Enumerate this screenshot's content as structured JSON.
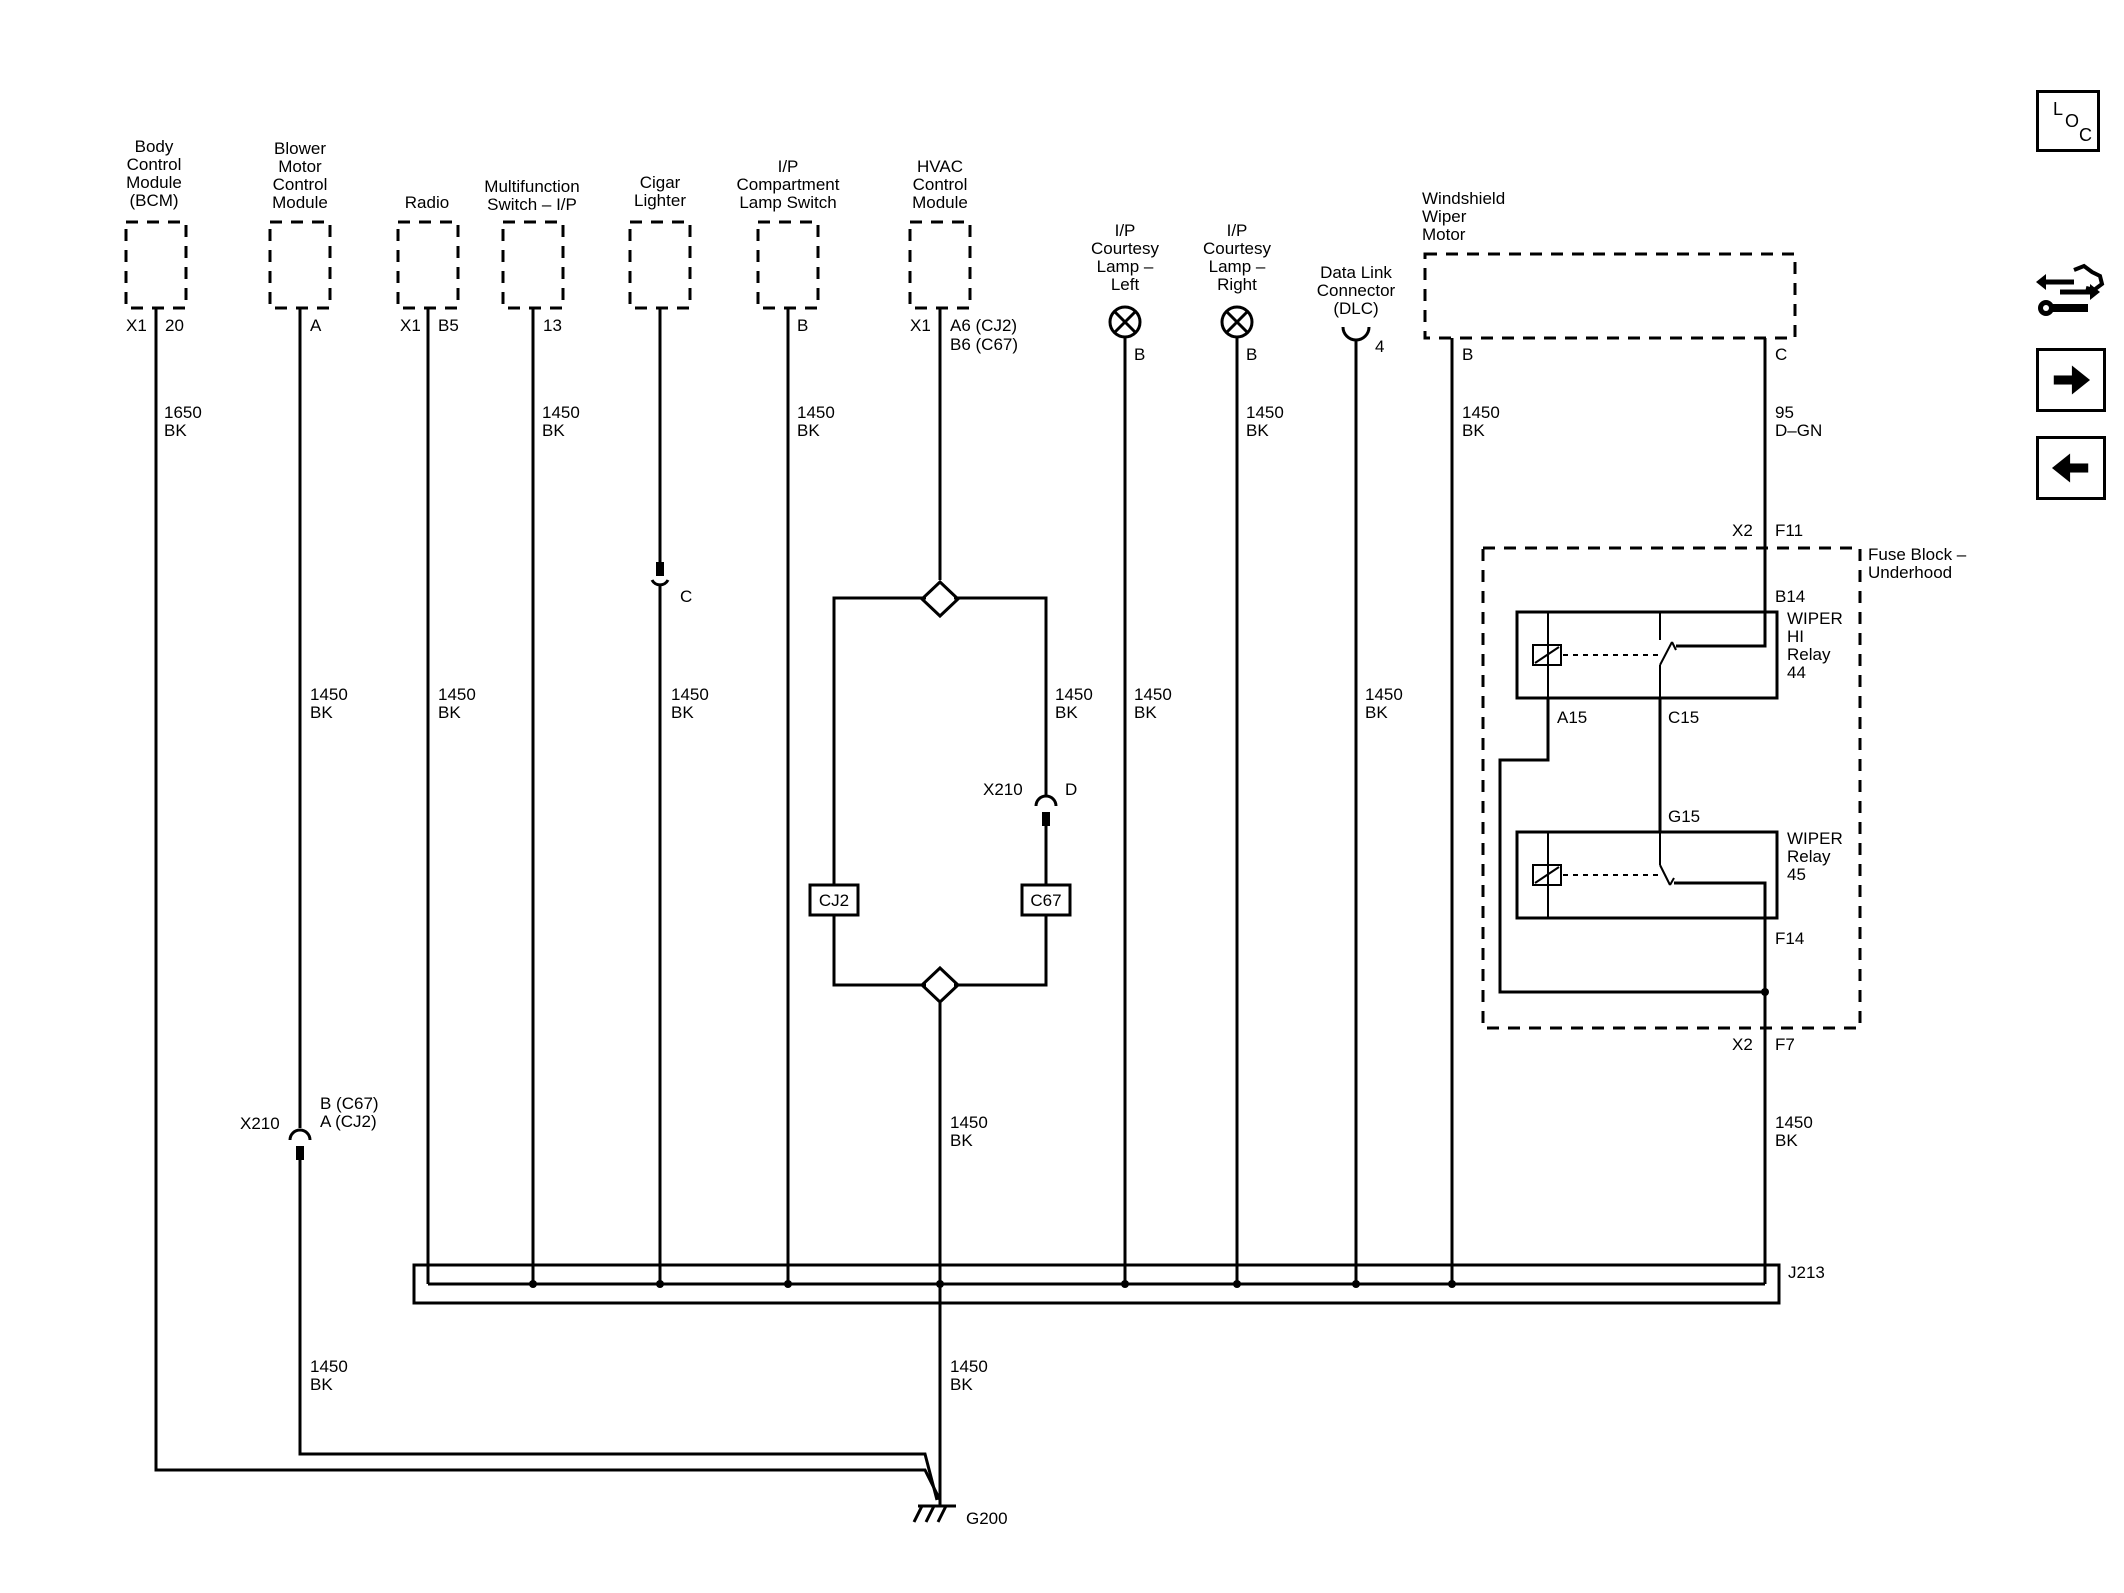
{
  "components": {
    "bcm": {
      "label": [
        "Body",
        "Control",
        "Module",
        "(BCM)"
      ],
      "conn": "X1",
      "pin": "20"
    },
    "blower": {
      "label": [
        "Blower",
        "Motor",
        "Control",
        "Module"
      ],
      "pin": "A"
    },
    "radio": {
      "label": [
        "Radio"
      ],
      "conn": "X1",
      "pin": "B5"
    },
    "multifunction": {
      "label": [
        "Multifunction",
        "Switch – I/P"
      ],
      "pin": "13"
    },
    "cigar": {
      "label": [
        "Cigar",
        "Lighter"
      ],
      "pin": "C"
    },
    "ip_comp": {
      "label": [
        "I/P",
        "Compartment",
        "Lamp Switch"
      ],
      "pin": "B"
    },
    "hvac": {
      "label": [
        "HVAC",
        "Control",
        "Module"
      ],
      "conn": "X1",
      "pin": "A6 (CJ2)",
      "pin2": "B6 (C67)"
    },
    "lamp_left": {
      "label": [
        "I/P",
        "Courtesy",
        "Lamp –",
        "Left"
      ],
      "pin": "B"
    },
    "lamp_right": {
      "label": [
        "I/P",
        "Courtesy",
        "Lamp –",
        "Right"
      ],
      "pin": "B"
    },
    "dlc": {
      "label": [
        "Data Link",
        "Connector",
        "(DLC)"
      ],
      "pin": "4"
    },
    "wiper_motor": {
      "label": [
        "Windshield",
        "Wiper",
        "Motor"
      ],
      "pin_b": "B",
      "pin_c": "C"
    }
  },
  "wires": {
    "bcm": {
      "circuit": "1650",
      "color": "BK"
    },
    "std": {
      "circuit": "1450",
      "color": "BK"
    },
    "motor_c": {
      "circuit": "95",
      "color": "D–GN"
    }
  },
  "inline": {
    "cigar_pin": "C",
    "x210": "X210",
    "x210_d": "D",
    "blower_x210_b": "B (C67)",
    "blower_x210_a": "A (CJ2)",
    "cj2": "CJ2",
    "c67": "C67"
  },
  "fuse_block": {
    "label": [
      "Fuse Block –",
      "Underhood"
    ],
    "x2_top": "X2",
    "f11": "F11",
    "b14": "B14",
    "hi_relay": [
      "WIPER",
      "HI",
      "Relay",
      "44"
    ],
    "a15": "A15",
    "c15": "C15",
    "g15": "G15",
    "relay": [
      "WIPER",
      "Relay",
      "45"
    ],
    "f14": "F14",
    "x2_bot": "X2",
    "f7": "F7"
  },
  "splice": "J213",
  "ground": "G200",
  "nav": {
    "loc_l": "L",
    "loc_o": "O",
    "loc_c": "C"
  }
}
